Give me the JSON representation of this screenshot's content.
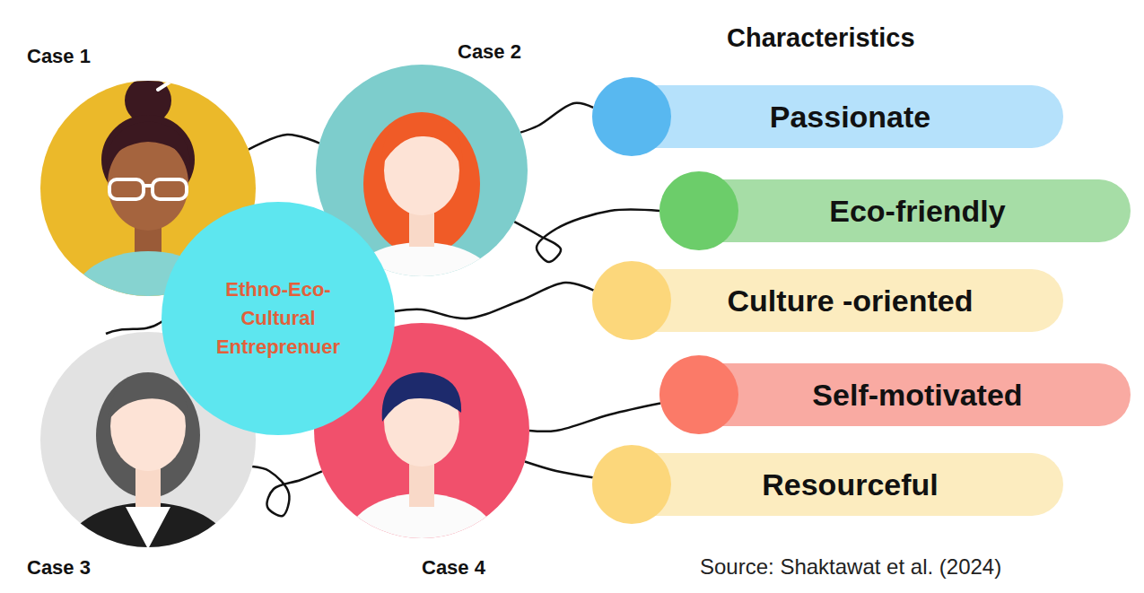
{
  "diagram": {
    "nodes": [
      {
        "text": [
          "Case 1"
        ]
      },
      {
        "text": [
          "Case 2"
        ]
      },
      {
        "text": [
          "Ethno-Eco-Cultural Entreprenuer"
        ]
      },
      {
        "text": [
          "Case 3"
        ]
      },
      {
        "text": [
          "Case 4"
        ]
      },
      {
        "text": [
          "Passionate"
        ]
      },
      {
        "text": [
          "Eco-friendly"
        ]
      },
      {
        "text": [
          "Culture -oriented"
        ]
      },
      {
        "text": [
          "Self-motivated"
        ]
      },
      {
        "text": [
          "Resourceful"
        ]
      }
    ],
    "edges": [
      {
        "from": 0,
        "to": 1,
        "arrow": "none"
      },
      {
        "from": 1,
        "to": 5,
        "arrow": "none"
      },
      {
        "from": 1,
        "to": 6,
        "arrow": "none"
      },
      {
        "from": 2,
        "to": 7,
        "arrow": "none"
      },
      {
        "from": 4,
        "to": 8,
        "arrow": "none"
      },
      {
        "from": 4,
        "to": 9,
        "arrow": "none"
      },
      {
        "from": 3,
        "to": 4,
        "arrow": "none"
      }
    ],
    "labels": [
      "Characteristics",
      "Source: Shaktawat et al. (2024)"
    ]
  }
}
